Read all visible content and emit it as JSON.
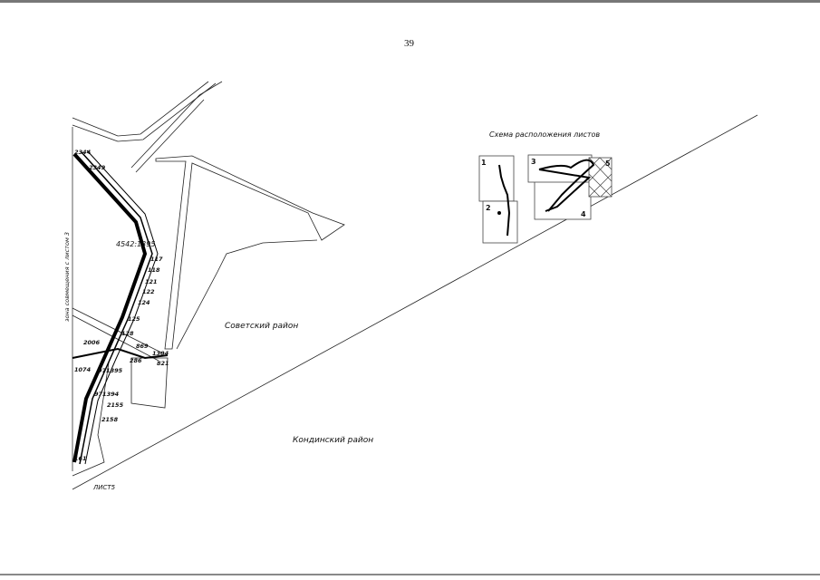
{
  "page_number": "39",
  "scheme": {
    "title": "Схема расположения листов",
    "sheets": [
      "1",
      "2",
      "3",
      "4",
      "5"
    ]
  },
  "districts": {
    "sovetsky": "Советский район",
    "kondinsky": "Кондинский район"
  },
  "sheet_label": "ЛИСТ5",
  "overlap_zone_label": "зона совмещения с листом 3",
  "parcels": [
    "2344",
    "2349",
    "4542:1395",
    "117",
    "118",
    "121",
    "122",
    "124",
    "125",
    "128",
    "2006",
    "869",
    "1304",
    "821",
    "286",
    "1074",
    "971395",
    "971394",
    "2155",
    "2158",
    "161"
  ]
}
